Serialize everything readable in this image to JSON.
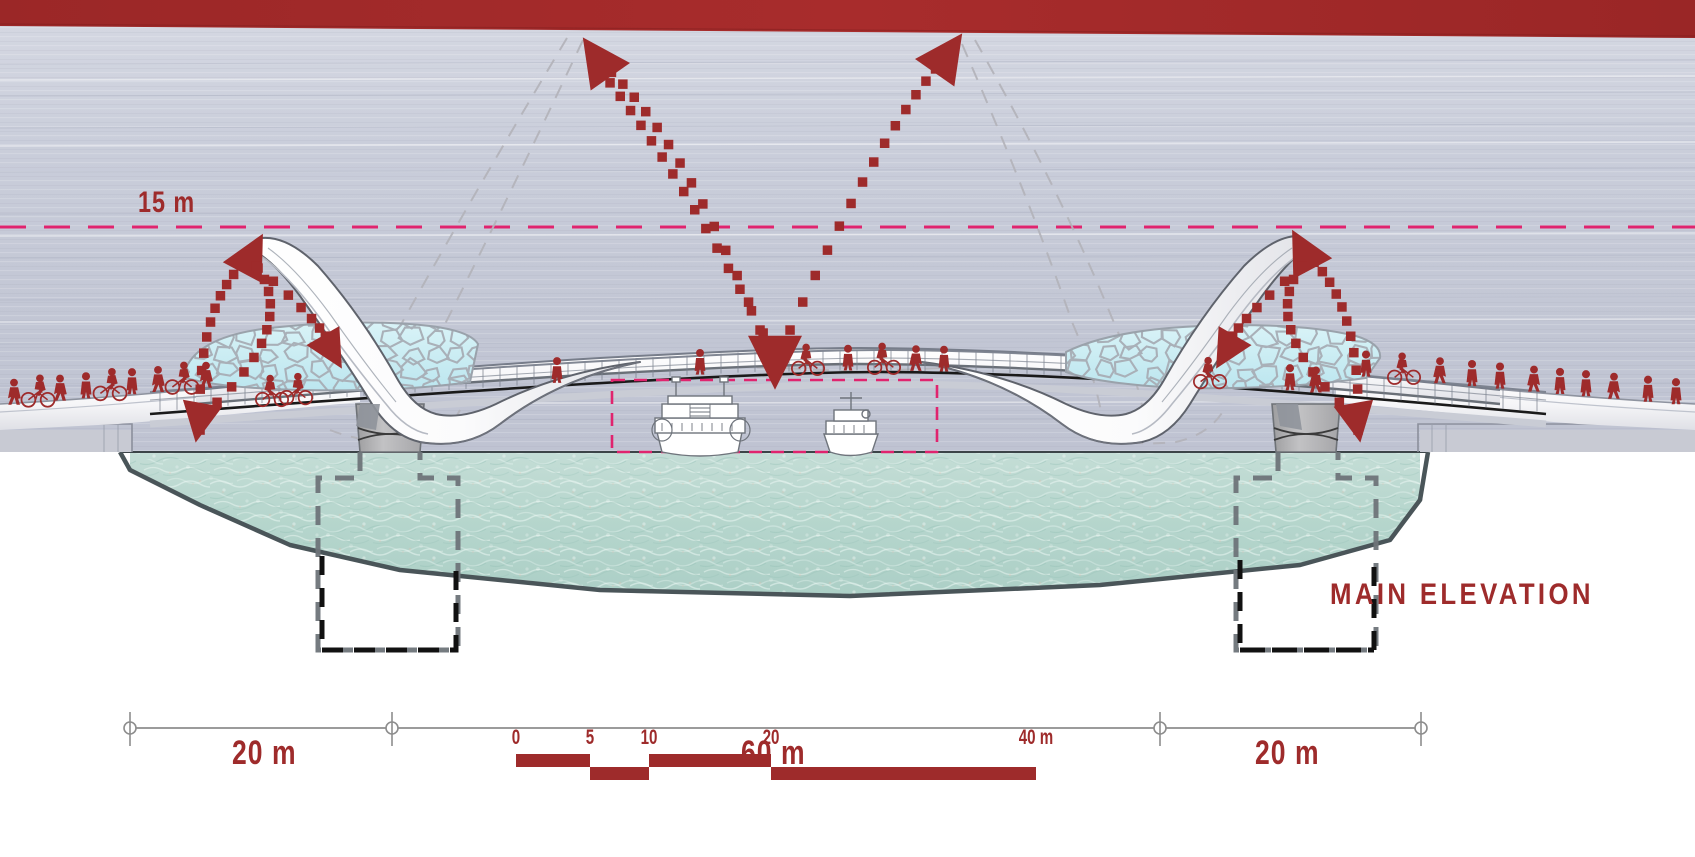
{
  "drawing": {
    "title": "MAIN ELEVATION",
    "type": "architectural-elevation",
    "subject": "pedestrian and cycle bridge over river"
  },
  "annotations": {
    "clearance_height": "15 m",
    "span_left": "20 m",
    "span_center": "60 m",
    "span_right": "20 m"
  },
  "scale_bar": {
    "unit_label": "40 m",
    "ticks": [
      "0",
      "5",
      "10",
      "20",
      "40 m"
    ],
    "tick_values": [
      0,
      5,
      10,
      20,
      40
    ]
  },
  "colors": {
    "accent_red": "#9e2b2b",
    "banner_red": "#a22a2a",
    "magenta_dashed": "#e0246e",
    "water_teal": "#b9d9d2",
    "sky_grey": "#c9ccd9",
    "mesh_cyan": "#c7ecf2",
    "deck_white": "#ffffff",
    "pier_grey": "#b0b0b0",
    "foundation_black": "#111111"
  },
  "elements": {
    "banner": "top-red-band",
    "sky": "gradient-striped-sky",
    "water": "river-water-body",
    "riverbed": "riverbed-profile-line",
    "deck": "bridge-deck-walkway",
    "railing": "deck-railing",
    "arch_left": "left-sculptural-pylon",
    "arch_right": "right-sculptural-pylon",
    "mesh_left": "left-voronoi-canopy",
    "mesh_right": "right-voronoi-canopy",
    "pier_left": "left-pier-base",
    "pier_right": "right-pier-base",
    "foundation_left": "left-foundation-outline",
    "foundation_right": "right-foundation-outline",
    "nav_envelope": "navigation-clearance-box",
    "boat_paddle": "paddle-steamer-vessel",
    "boat_small": "small-motor-vessel",
    "ghost_outline": "alternate-geometry-ghost-lines"
  },
  "figures": {
    "pedestrians_count": 22,
    "cyclists_count": 9,
    "style": "silhouette-red"
  },
  "flow_arrows": {
    "count": 6,
    "style": "dotted-red-curved-arrow",
    "meaning": "structural force path"
  }
}
